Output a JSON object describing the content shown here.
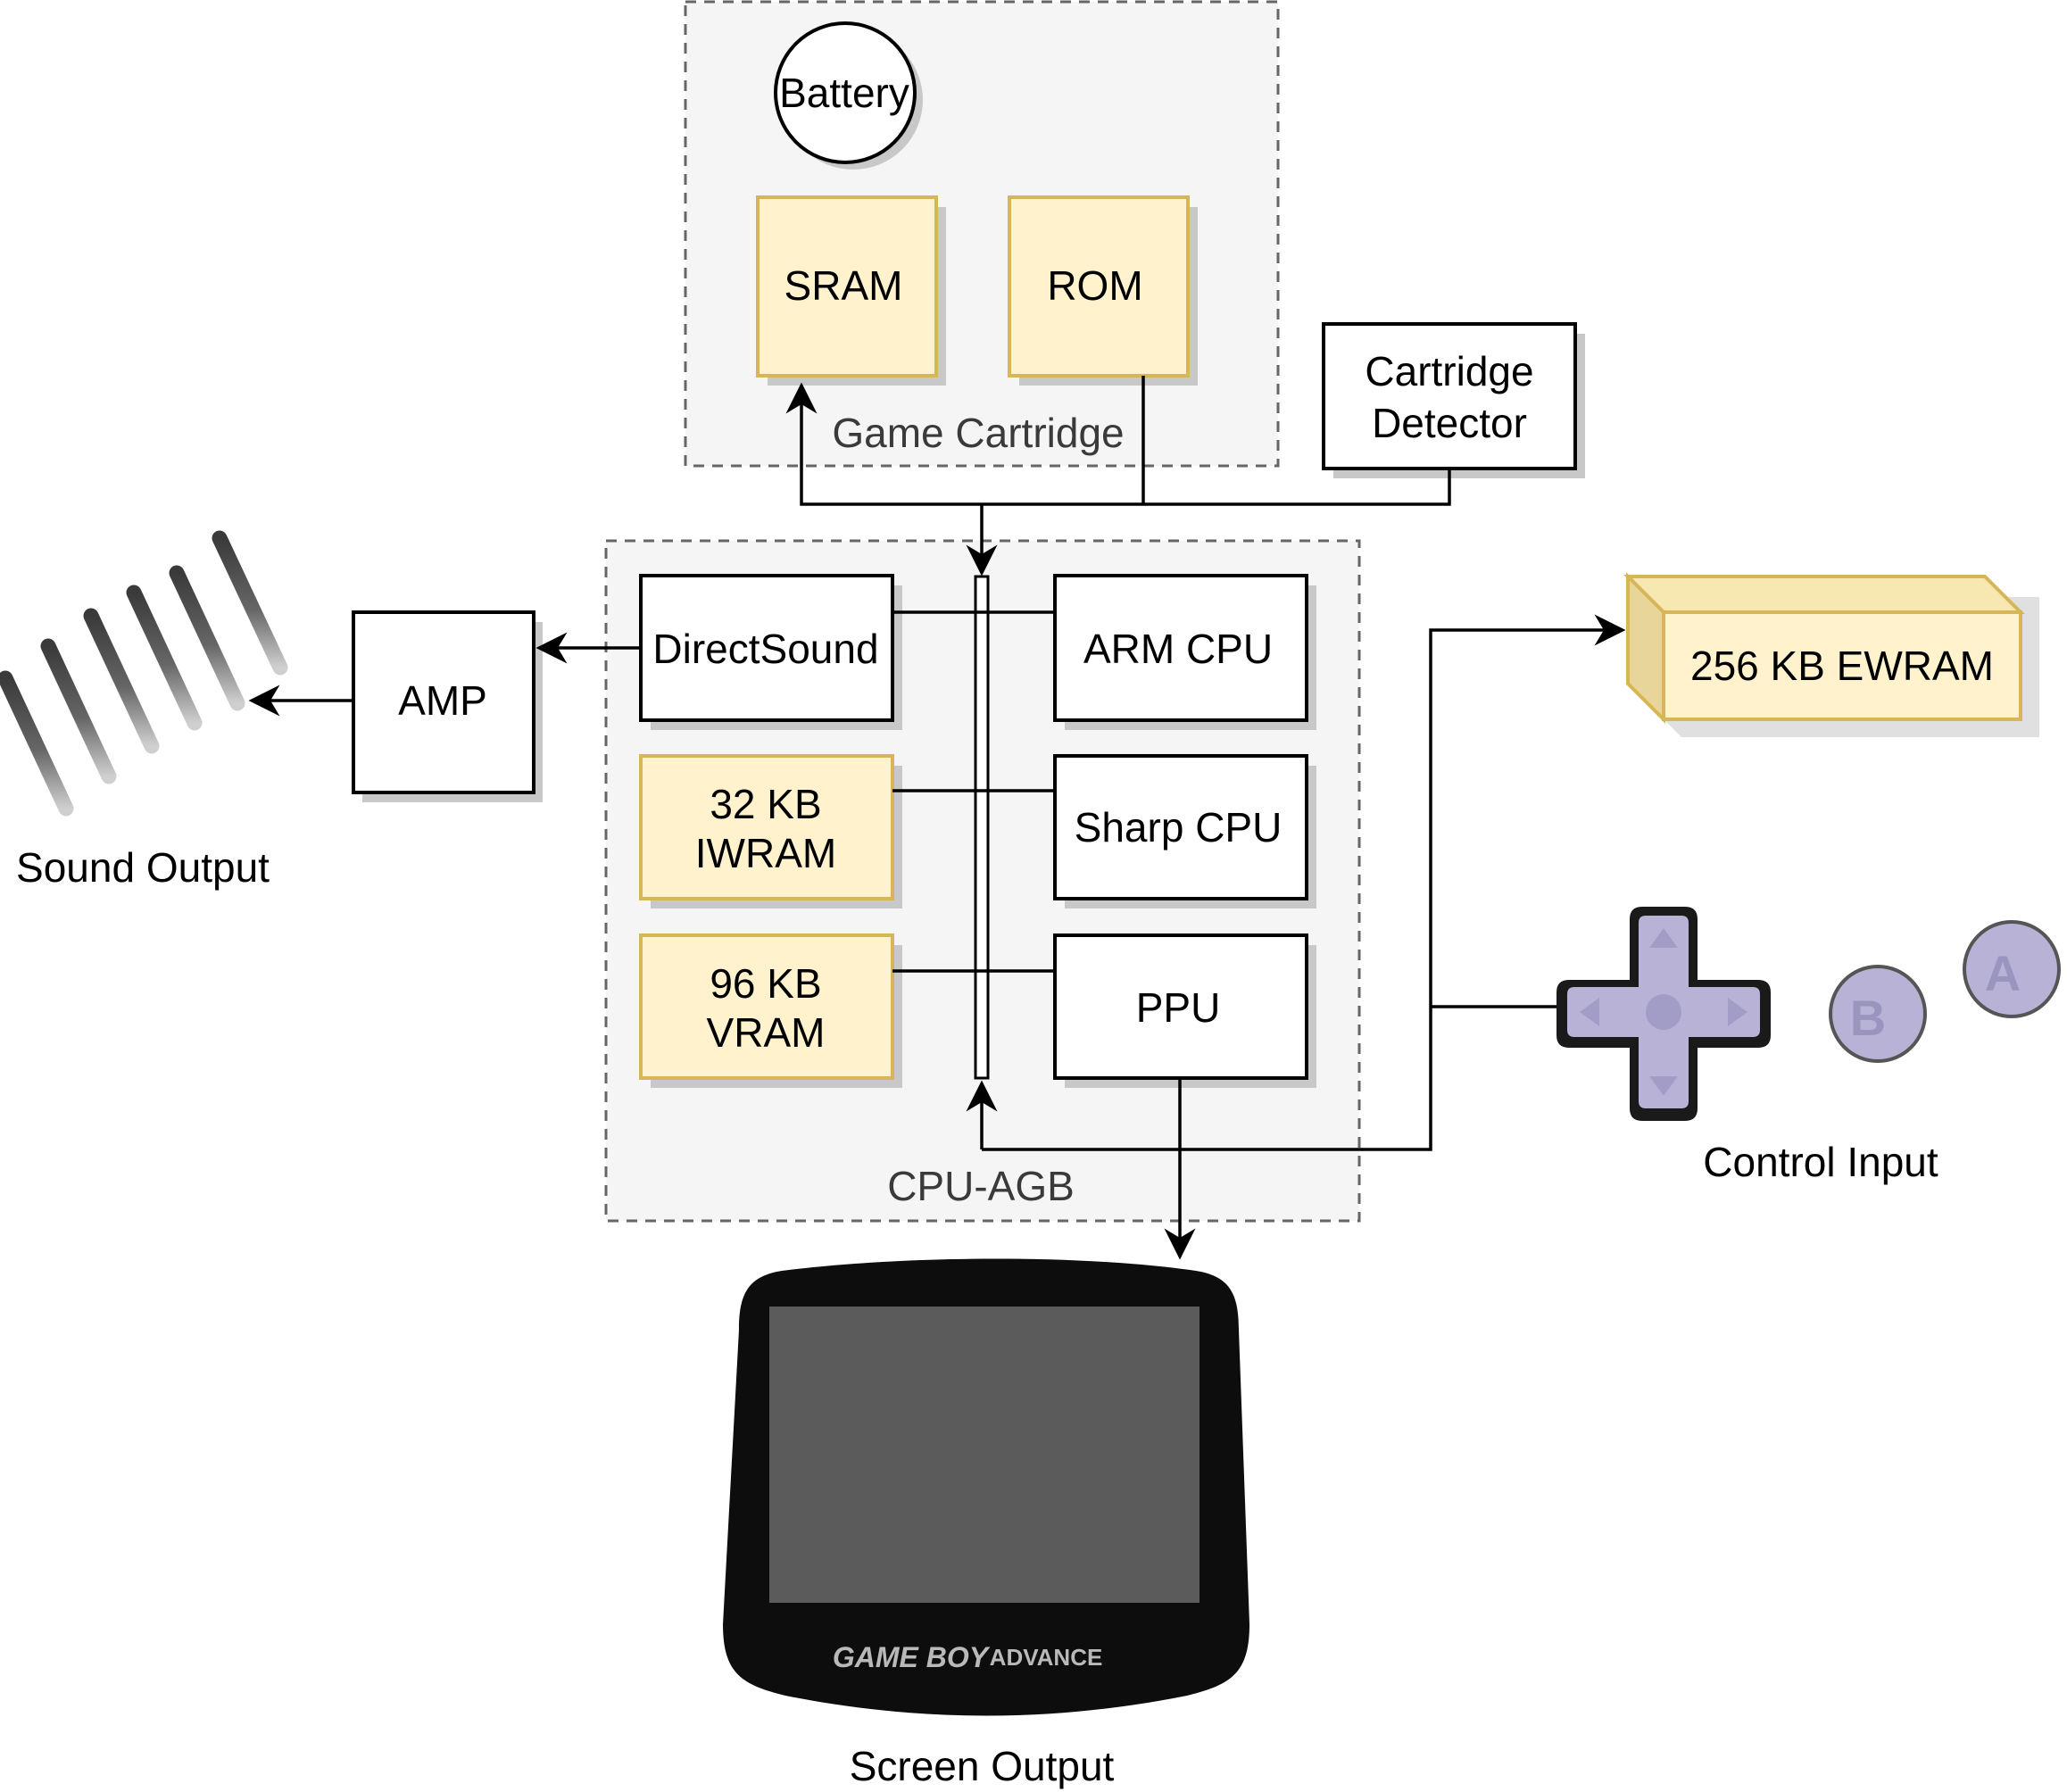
{
  "groups": {
    "cartridge": "Game Cartridge",
    "cpu": "CPU-AGB"
  },
  "nodes": {
    "battery": "Battery",
    "sram": "SRAM",
    "rom": "ROM",
    "cartridge_detector": [
      "Cartridge",
      "Detector"
    ],
    "directsound": "DirectSound",
    "arm_cpu": "ARM CPU",
    "iwram": [
      "32 KB",
      "IWRAM"
    ],
    "sharp_cpu": "Sharp CPU",
    "vram": [
      "96 KB",
      "VRAM"
    ],
    "ppu": "PPU",
    "amp": "AMP",
    "ewram": "256 KB EWRAM"
  },
  "outputs": {
    "sound": "Sound Output",
    "control": "Control Input",
    "screen": "Screen Output"
  },
  "device": {
    "logo_game_boy": "GAME BOY",
    "logo_advance": "ADVANCE"
  },
  "buttons": {
    "a": "A",
    "b": "B"
  },
  "colors": {
    "memory_fill": "#fff2cc",
    "memory_stroke": "#d6b656",
    "controller_fill": "#b8b3d6",
    "screen_bezel": "#0d0d0d",
    "screen_display": "#5b5b5c"
  }
}
